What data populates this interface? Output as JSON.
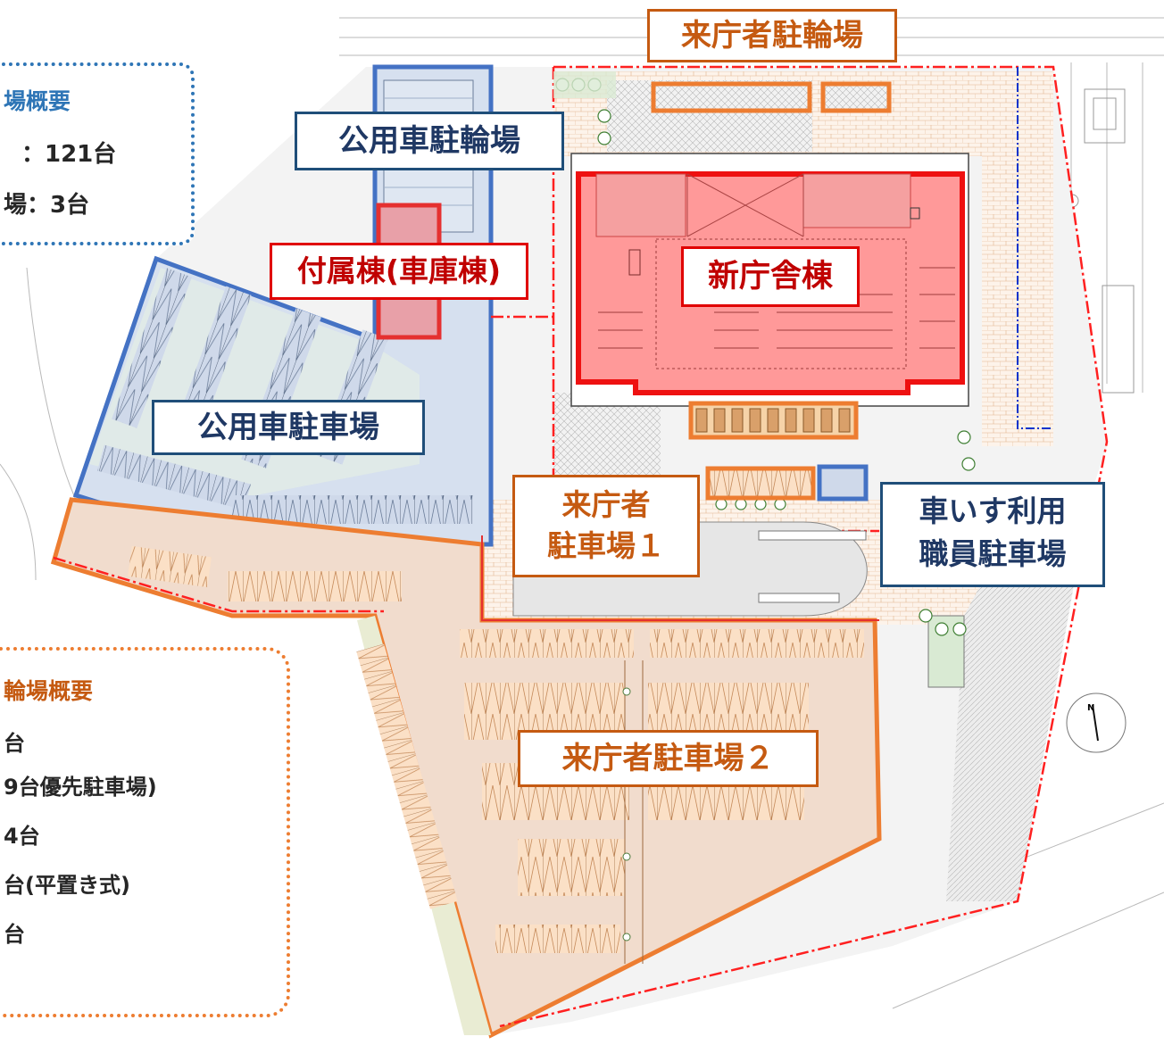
{
  "colors": {
    "orange": "#ed7d31",
    "orange_text": "#c55a11",
    "navy_text": "#1f3864",
    "blue_outline": "#4472c4",
    "red": "#ff0000",
    "building_fill": "#ff9999",
    "lot_fill_blue": "#d6e0ef",
    "lot_fill_orange": "#f3d6c4"
  },
  "labels": {
    "visitor_bicycle_parking": "来庁者駐輪場",
    "official_bicycle_parking": "公用車駐輪場",
    "annex_building": "付属棟(車庫棟)",
    "new_government_building": "新庁舎棟",
    "official_car_parking": "公用車駐車場",
    "visitor_parking_1": [
      "来庁者",
      "駐車場１"
    ],
    "wheelchair_staff_parking": [
      "車いす利用",
      "職員駐車場"
    ],
    "visitor_parking_2": "来庁者駐車場２"
  },
  "summary_top": {
    "title": "場概要",
    "rows": [
      "：121台",
      "場：3台"
    ]
  },
  "summary_bottom": {
    "title": "輪場概要",
    "rows": [
      "台",
      "9台優先駐車場)",
      "4台",
      "台(平置き式)",
      "台"
    ]
  },
  "compass": {
    "north_label": "N"
  }
}
